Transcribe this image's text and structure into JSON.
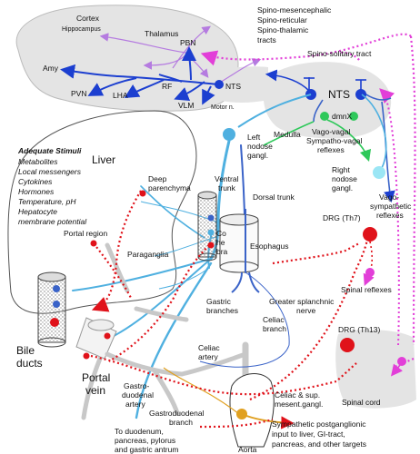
{
  "labels": {
    "cortex": "Cortex",
    "hippocampus": "Hippocampus",
    "thalamus": "Thalamus",
    "pbn": "PBN",
    "amy": "Amy",
    "pvn": "PVN",
    "lha": "LHA",
    "rf": "RF",
    "nts_brain": "NTS",
    "vlm": "VLM",
    "motor_n": "Motor n.",
    "spino_1": "Spino-mesencephalic",
    "spino_2": "Spino-reticular",
    "spino_3": "Spino-thalamic",
    "spino_4": "tracts",
    "spino_solitary": "Spino-solitary tract",
    "nts_med": "NTS",
    "dmnx": "dmnX",
    "medulla": "Medulla",
    "vago_vagal_1": "Vago-vagal",
    "vago_vagal_2": "Sympatho-vagal",
    "vago_vagal_3": "reflexes",
    "left_nodose_1": "Left",
    "left_nodose_2": "nodose",
    "left_nodose_3": "gangl.",
    "right_nodose_1": "Right",
    "right_nodose_2": "nodose",
    "right_nodose_3": "gangl.",
    "vago_symp_1": "Vago-",
    "vago_symp_2": "sympathetic",
    "vago_symp_3": "reflexes",
    "adequate_stimuli": "Adequate Stimuli",
    "stim_1": "Metabolites",
    "stim_2": "Local messengers",
    "stim_3": "Cytokines",
    "stim_4": "Hormones",
    "stim_5": "Temperature, pH",
    "stim_6": "Hepatocyte",
    "stim_7": "membrane potential",
    "liver": "Liver",
    "deep_parenchyma_1": "Deep",
    "deep_parenchyma_2": "parenchyma",
    "ventral_trunk_1": "Ventral",
    "ventral_trunk_2": "trunk",
    "dorsal_trunk": "Dorsal trunk",
    "common_hepatic_1": "Co",
    "common_hepatic_2": "he",
    "common_hepatic_3": "bra",
    "esophagus": "Esophagus",
    "portal_region": "Portal region",
    "paraganglia": "Paraganglia",
    "drg_th7": "DRG (Th7)",
    "spinal_reflexes": "Spinal reflexes",
    "bile_1": "Bile",
    "bile_2": "ducts",
    "gastric_1": "Gastric",
    "gastric_2": "branches",
    "celiac_branch_1": "Celiac",
    "celiac_branch_2": "branch",
    "greater_spl_1": "Greater splanchnic",
    "greater_spl_2": "nerve",
    "drg_th13": "DRG (Th13)",
    "portal_vein_1": "Portal",
    "portal_vein_2": "vein",
    "celiac_artery_1": "Celiac",
    "celiac_artery_2": "artery",
    "gd_artery_1": "Gastro-",
    "gd_artery_2": "duodenal",
    "gd_artery_3": "artery",
    "gd_branch_1": "Gastroduodenal",
    "gd_branch_2": "branch",
    "celiac_gangl_1": "Celiac & sup.",
    "celiac_gangl_2": "mesent.gangl.",
    "spinal_cord": "Spinal cord",
    "to_duo_1": "To duodenum,",
    "to_duo_2": "pancreas, pylorus",
    "to_duo_3": "and gastric antrum",
    "aorta": "Aorta",
    "symp_1": "Sympathetic postganglionic",
    "symp_2": "input to liver, GI-tract,",
    "symp_3": "pancreas, and other targets"
  },
  "colors": {
    "vagal_afferent": "#4fb0e0",
    "vagal_efferent": "#3a63c8",
    "dark_blue": "#1c3fd0",
    "spinal_afferent": "#e0121a",
    "spinal_ascending": "#e23fd8",
    "sympathetic": "#e0a020",
    "green": "#2ec85a",
    "forebrain": "#b57be0",
    "brain_fill": "#e4e4e4"
  }
}
